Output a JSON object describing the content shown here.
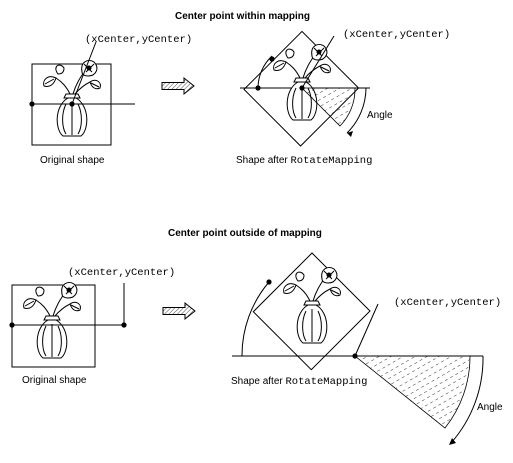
{
  "panel_top": {
    "title": "Center point within mapping",
    "original_caption": "Original shape",
    "center_label": "(xCenter,yCenter)",
    "rotated_center_label": "(xCenter,yCenter)",
    "rotated_caption_prefix": "Shape after ",
    "rotated_caption_code": "RotateMapping",
    "angle_label": "Angle"
  },
  "panel_bottom": {
    "title": "Center point outside of mapping",
    "original_caption": "Original shape",
    "center_label": "(xCenter,yCenter)",
    "rotated_center_label": "(xCenter,yCenter)",
    "rotated_caption_prefix": "Shape after ",
    "rotated_caption_code": "RotateMapping",
    "angle_label": "Angle"
  }
}
